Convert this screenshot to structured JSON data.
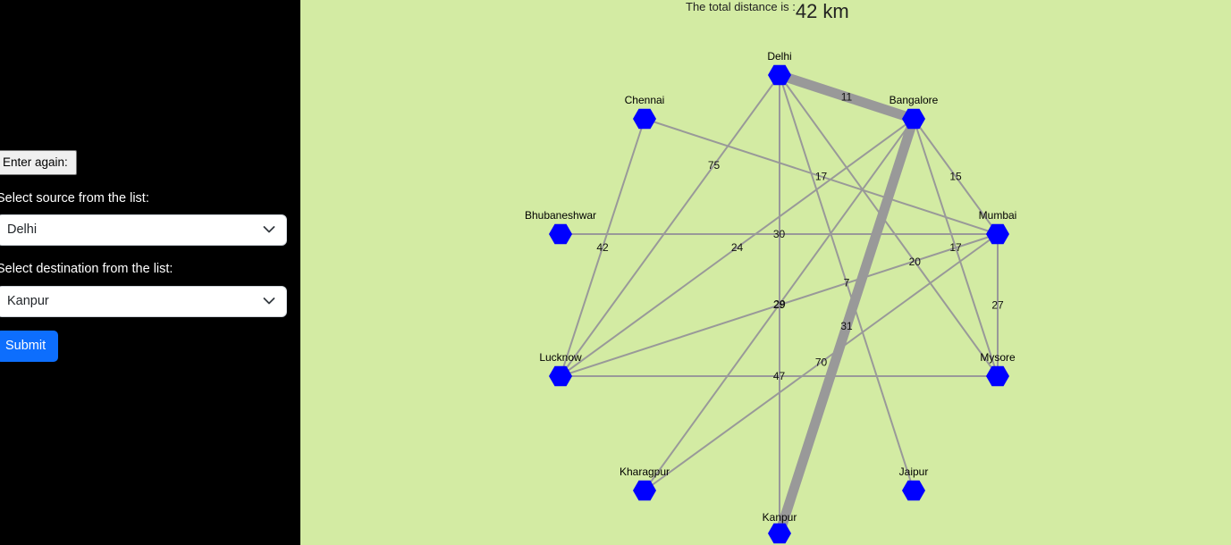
{
  "sidebar": {
    "enter_again": "Enter again:",
    "source_label": "Select source from the list:",
    "source_value": "Delhi",
    "destination_label": "Select destination from the list:",
    "destination_value": "Kanpur",
    "submit": "Submit"
  },
  "result": {
    "label": "The total distance is :",
    "value": "42 km"
  },
  "graph": {
    "edge_color": "#999999",
    "node_color": "#0000ff",
    "nodes": [
      {
        "id": "delhi",
        "label": "Delhi"
      },
      {
        "id": "bangalore",
        "label": "Bangalore"
      },
      {
        "id": "chennai",
        "label": "Chennai"
      },
      {
        "id": "mumbai",
        "label": "Mumbai"
      },
      {
        "id": "bhubaneshwar",
        "label": "Bhubaneshwar"
      },
      {
        "id": "lucknow",
        "label": "Lucknow"
      },
      {
        "id": "mysore",
        "label": "Mysore"
      },
      {
        "id": "kharagpur",
        "label": "Kharagpur"
      },
      {
        "id": "jaipur",
        "label": "Jaipur"
      },
      {
        "id": "kanpur",
        "label": "Kanpur"
      }
    ],
    "edges": [
      {
        "from": "delhi",
        "to": "bangalore",
        "weight": "11",
        "highlight": true
      },
      {
        "from": "bangalore",
        "to": "kanpur",
        "weight": "31",
        "highlight": true
      },
      {
        "from": "delhi",
        "to": "kanpur",
        "weight": "29",
        "highlight": false
      },
      {
        "from": "delhi",
        "to": "lucknow",
        "weight": "75",
        "highlight": false
      },
      {
        "from": "delhi",
        "to": "mysore",
        "weight": "20",
        "highlight": false
      },
      {
        "from": "delhi",
        "to": "jaipur",
        "weight": "7",
        "highlight": false
      },
      {
        "from": "bangalore",
        "to": "mumbai",
        "weight": "15",
        "highlight": false
      },
      {
        "from": "bangalore",
        "to": "lucknow",
        "weight": "24",
        "highlight": false
      },
      {
        "from": "bangalore",
        "to": "kharagpur",
        "weight": "29",
        "highlight": false
      },
      {
        "from": "bangalore",
        "to": "mysore",
        "weight": "17",
        "highlight": false
      },
      {
        "from": "chennai",
        "to": "mumbai",
        "weight": "17",
        "highlight": false
      },
      {
        "from": "chennai",
        "to": "lucknow",
        "weight": "42",
        "highlight": false
      },
      {
        "from": "bhubaneshwar",
        "to": "mumbai",
        "weight": "30",
        "highlight": false
      },
      {
        "from": "mumbai",
        "to": "mysore",
        "weight": "27",
        "highlight": false
      },
      {
        "from": "mumbai",
        "to": "lucknow",
        "weight": "",
        "highlight": false
      },
      {
        "from": "mumbai",
        "to": "kharagpur",
        "weight": "70",
        "highlight": false
      },
      {
        "from": "lucknow",
        "to": "mysore",
        "weight": "47",
        "highlight": false
      }
    ]
  }
}
